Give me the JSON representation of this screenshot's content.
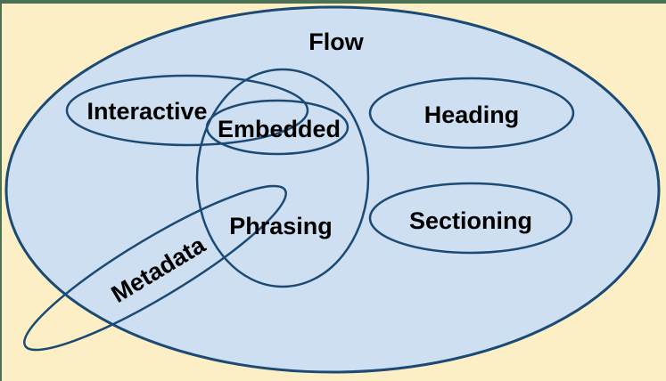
{
  "colors": {
    "frame_color": "#4A7153",
    "canvas_bg": "#FCEFC6",
    "set_fill": "#CEDFF1",
    "set_stroke": "#1B4A74",
    "label_color": "#000000"
  },
  "diagram": {
    "type": "euler-diagram",
    "description": "Content model sets: Flow contains Interactive, Embedded, Phrasing, Heading and Sectioning; Metadata overlaps Phrasing and extends outside Flow",
    "labels": {
      "flow": "Flow",
      "interactive": "Interactive",
      "embedded": "Embedded",
      "heading": "Heading",
      "phrasing": "Phrasing",
      "sectioning": "Sectioning",
      "metadata": "Metadata"
    }
  }
}
